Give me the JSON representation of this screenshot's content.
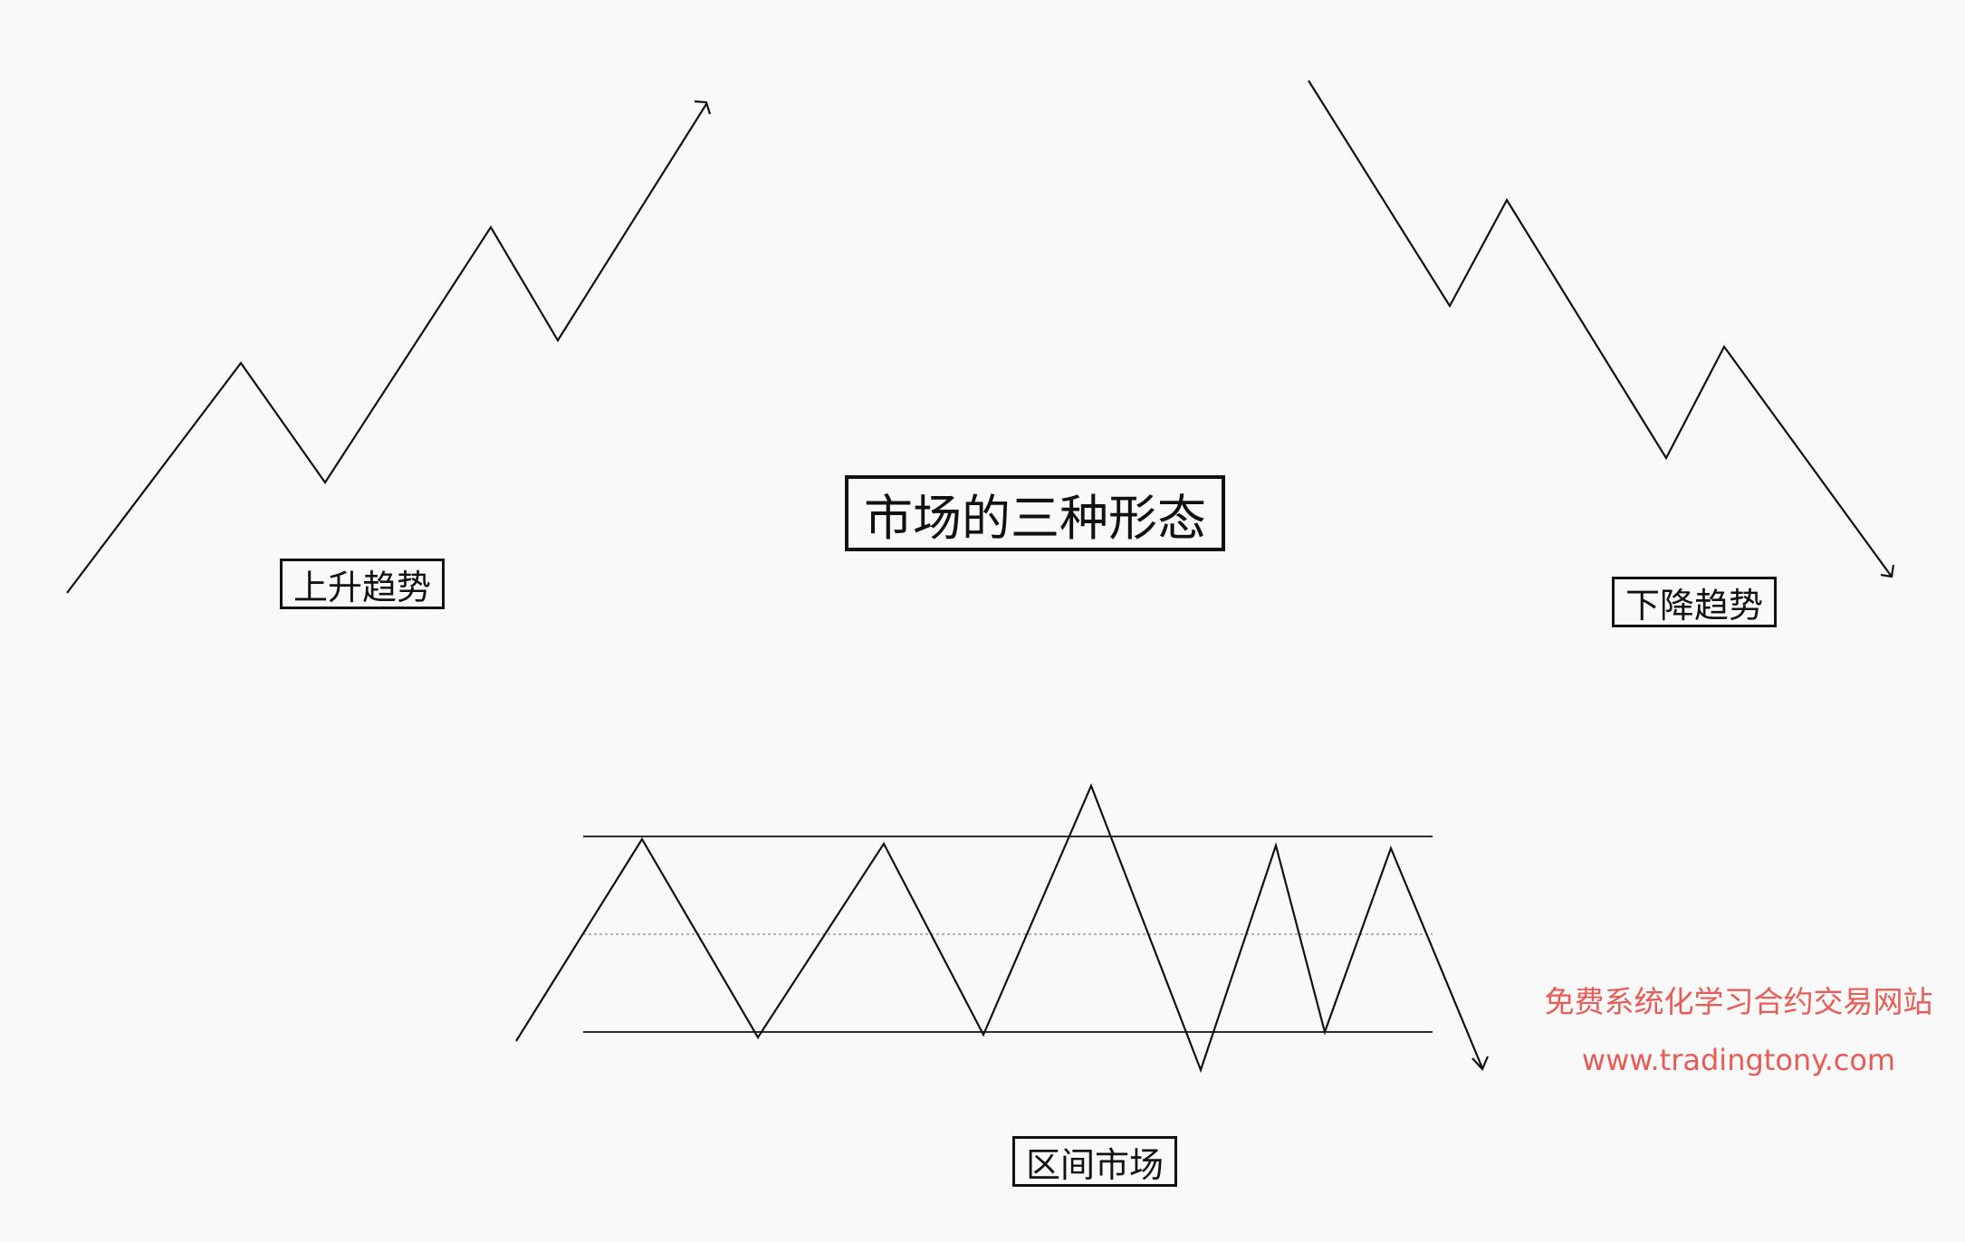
{
  "diagram": {
    "title": "市场的三种形态",
    "patterns": {
      "uptrend": {
        "label": "上升趋势"
      },
      "downtrend": {
        "label": "下降趋势"
      },
      "range": {
        "label": "区间市场"
      }
    }
  },
  "watermark": {
    "slogan": "免费系统化学习合约交易网站",
    "url": "www.tradingtony.com",
    "color": "#e95b55"
  }
}
